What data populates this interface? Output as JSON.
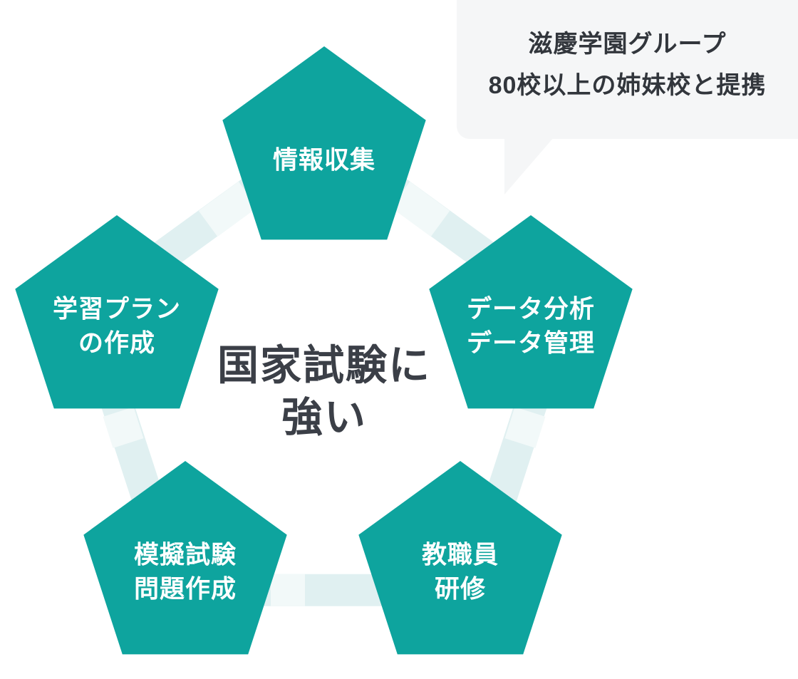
{
  "bubble": {
    "lines": [
      "滋慶学園グループ",
      "80校以上の姉妹校と提携"
    ]
  },
  "center_caption": {
    "lines": [
      "国家試験に",
      "強い"
    ]
  },
  "pentagons": [
    {
      "name": "info-collection",
      "lines": [
        "情報収集"
      ]
    },
    {
      "name": "data-analysis",
      "lines": [
        "データ分析",
        "データ管理"
      ]
    },
    {
      "name": "faculty-training",
      "lines": [
        "教職員",
        "研修"
      ]
    },
    {
      "name": "mock-exam",
      "lines": [
        "模擬試験",
        "問題作成"
      ]
    },
    {
      "name": "learning-plan",
      "lines": [
        "学習プラン",
        "の作成"
      ]
    }
  ],
  "colors": {
    "pentagon_fill": "#0EA49E",
    "pentagon_text": "#FFFFFF",
    "ring": "#E0F0F1",
    "ring_notch": "#F2F9F9",
    "caption_text": "#3B3F47",
    "bubble_bg": "#F5F6F7",
    "bubble_text": "#32363C"
  }
}
